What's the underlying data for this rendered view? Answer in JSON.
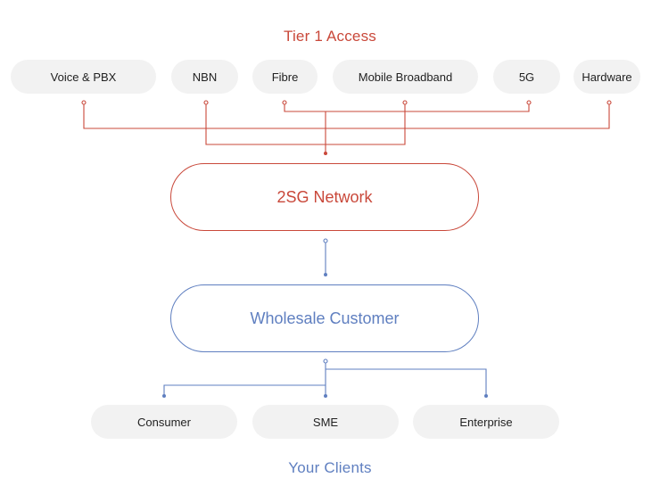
{
  "colors": {
    "accent_red": "#c9483a",
    "accent_blue": "#5f7fc0",
    "pill_bg": "#f2f2f2",
    "pill_text": "#222222"
  },
  "top": {
    "title": "Tier 1 Access",
    "sources": [
      "Voice & PBX",
      "NBN",
      "Fibre",
      "Mobile Broadband",
      "5G",
      "Hardware"
    ]
  },
  "network": {
    "label": "2SG Network"
  },
  "customer": {
    "label": "Wholesale Customer"
  },
  "bottom": {
    "clients": [
      "Consumer",
      "SME",
      "Enterprise"
    ],
    "title": "Your Clients"
  }
}
